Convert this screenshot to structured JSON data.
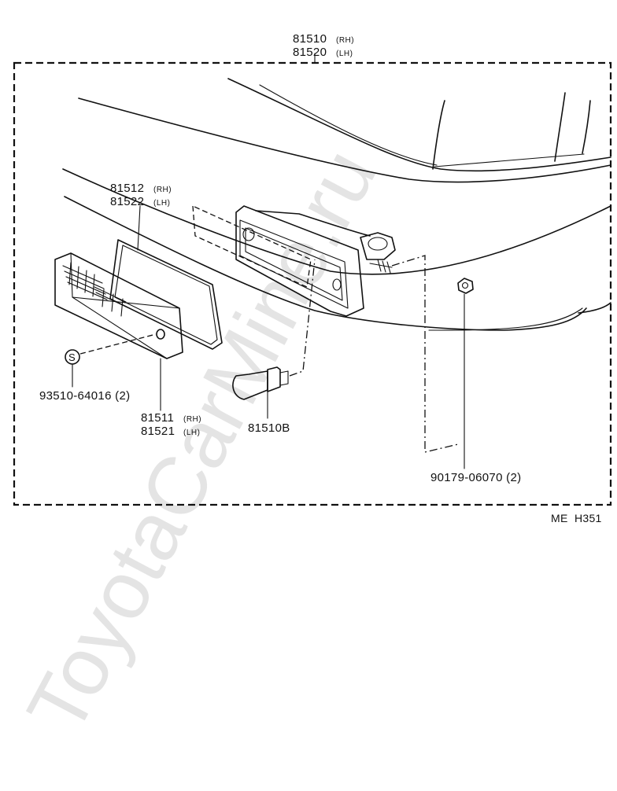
{
  "watermark": "ToyotaCarMine.ru",
  "assembly": {
    "part_rh": "81510",
    "rh": "(RH)",
    "part_lh": "81520",
    "lh": "(LH)"
  },
  "gasket": {
    "part_rh": "81512",
    "rh": "(RH)",
    "part_lh": "81522",
    "lh": "(LH)"
  },
  "lens": {
    "part_rh": "81511",
    "rh": "(RH)",
    "part_lh": "81521",
    "lh": "(LH)"
  },
  "screw": {
    "symbol": "S",
    "part": "93510-64016 (2)"
  },
  "bulb": {
    "part": "81510B"
  },
  "nut": {
    "part": "90179-06070 (2)"
  },
  "diagram_code": "ME  H351"
}
